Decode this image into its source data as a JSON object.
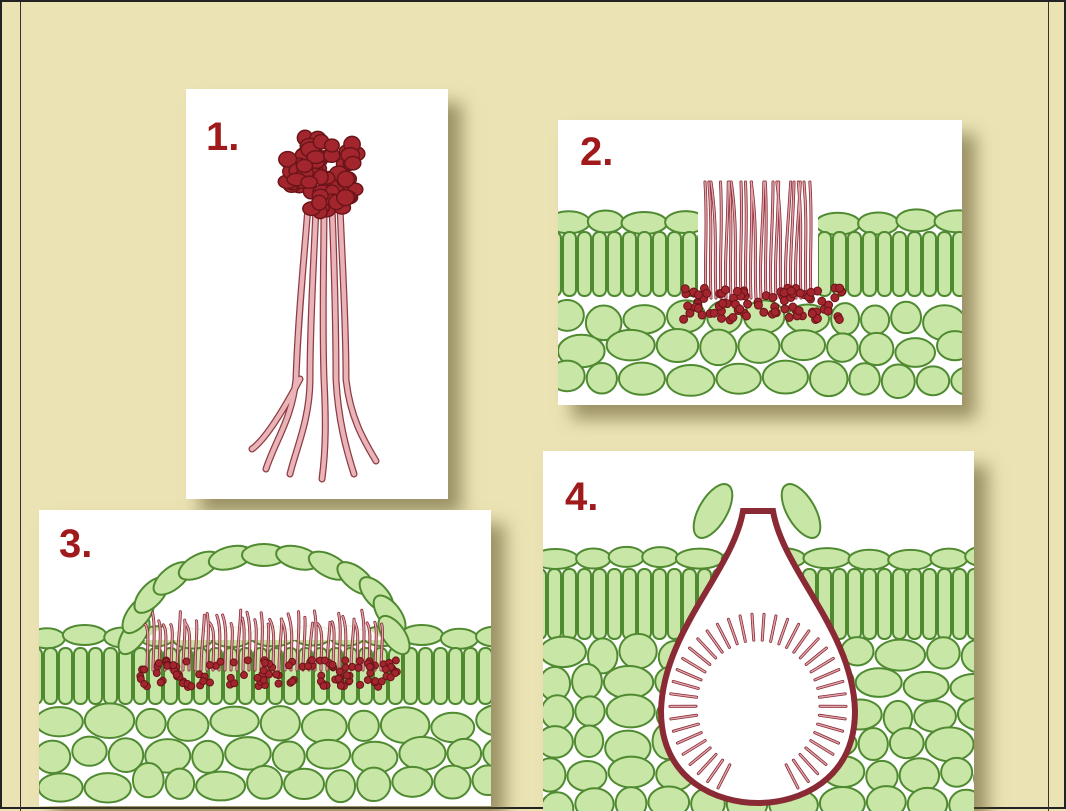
{
  "panels": [
    {
      "number": "1."
    },
    {
      "number": "2."
    },
    {
      "number": "3."
    },
    {
      "number": "4."
    }
  ],
  "colors": {
    "background": "#ece3b4",
    "label": "#a01a1c",
    "cell_fill": "#c8e6a6",
    "cell_stroke": "#5d9a3a",
    "fungus_dark": "#9c2a2f",
    "fungus_light": "#e3a3a8"
  }
}
